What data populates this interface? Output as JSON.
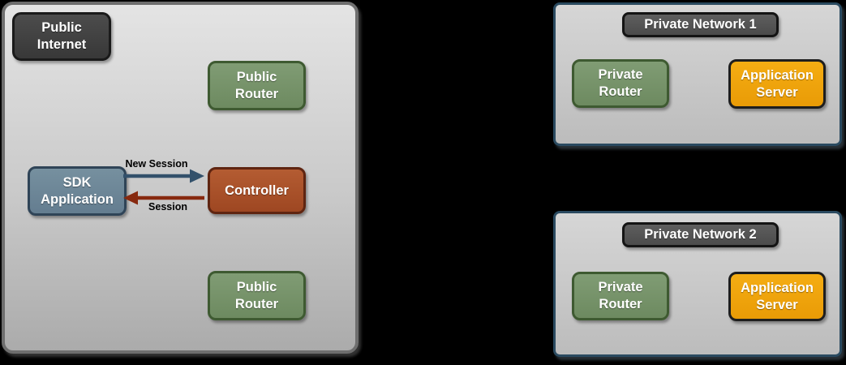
{
  "diagram": {
    "public_zone": {
      "label": "Public\nInternet",
      "nodes": {
        "public_router_top": "Public\nRouter",
        "sdk_application": "SDK\nApplication",
        "controller": "Controller",
        "public_router_bottom": "Public\nRouter"
      },
      "arrows": {
        "new_session_label": "New Session",
        "session_label": "Session"
      }
    },
    "private_network_1": {
      "title": "Private Network 1",
      "nodes": {
        "private_router": "Private\nRouter",
        "application_server": "Application\nServer"
      }
    },
    "private_network_2": {
      "title": "Private Network 2",
      "nodes": {
        "private_router": "Private\nRouter",
        "application_server": "Application\nServer"
      }
    }
  },
  "colors": {
    "background": "#000000",
    "public_zone_border": "#6e6e6e",
    "private_zone_border": "#2a4a60",
    "green_node": "#76926a",
    "blue_node": "#6e8799",
    "rust_node": "#a9512b",
    "orange_node": "#f0a30a",
    "dark_node": "#414141",
    "arrow_new_session": "#33516b",
    "arrow_session": "#87290f"
  }
}
